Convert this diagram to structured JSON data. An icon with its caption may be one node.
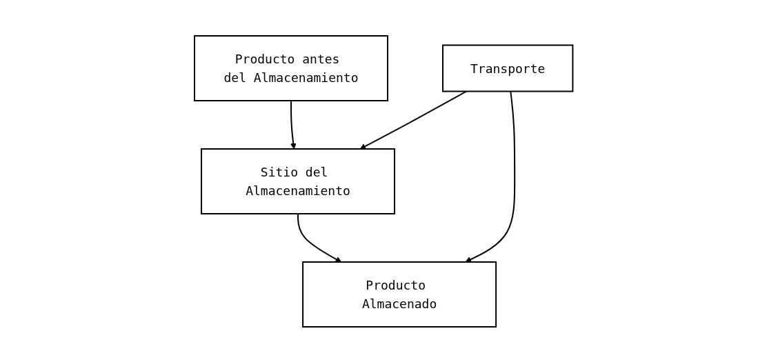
{
  "diagram": {
    "nodes": [
      {
        "text": [
          "Producto antes del Almacenamiento"
        ]
      },
      {
        "text": [
          "Transporte"
        ]
      },
      {
        "text": [
          "Sitio del Almacenamiento"
        ]
      },
      {
        "text": [
          "Producto Almacenado"
        ]
      }
    ],
    "edges": [
      {
        "from": 0,
        "to": 2,
        "arrow": "to"
      },
      {
        "from": 1,
        "to": 2,
        "arrow": "to"
      },
      {
        "from": 2,
        "to": 3,
        "arrow": "to"
      },
      {
        "from": 1,
        "to": 3,
        "arrow": "to"
      }
    ]
  }
}
